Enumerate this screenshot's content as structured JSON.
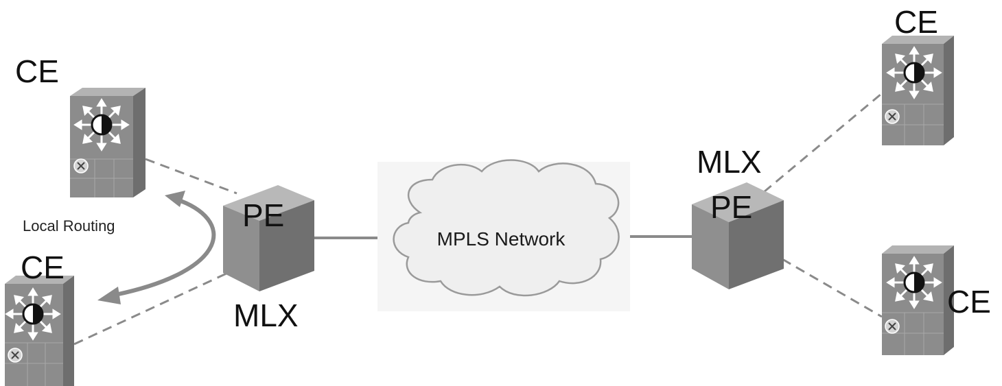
{
  "labels": {
    "ce_top_left": "CE",
    "ce_bottom_left": "CE",
    "ce_top_right": "CE",
    "ce_bottom_right": "CE",
    "pe_left": "PE",
    "pe_right": "PE",
    "mlx_left": "MLX",
    "mlx_right": "MLX",
    "local_routing": "Local Routing",
    "cloud": "MPLS Network"
  },
  "colors": {
    "device_front": "#8c8c8c",
    "device_side": "#6e6e6e",
    "device_top": "#b3b3b3",
    "line": "#8a8a8a",
    "cloud_fill": "#f2f2f2",
    "cloud_stroke": "#9a9a9a"
  },
  "icons": [
    "router-icon",
    "fan-icon",
    "cube-icon",
    "cloud-icon",
    "curved-arrow-icon"
  ]
}
